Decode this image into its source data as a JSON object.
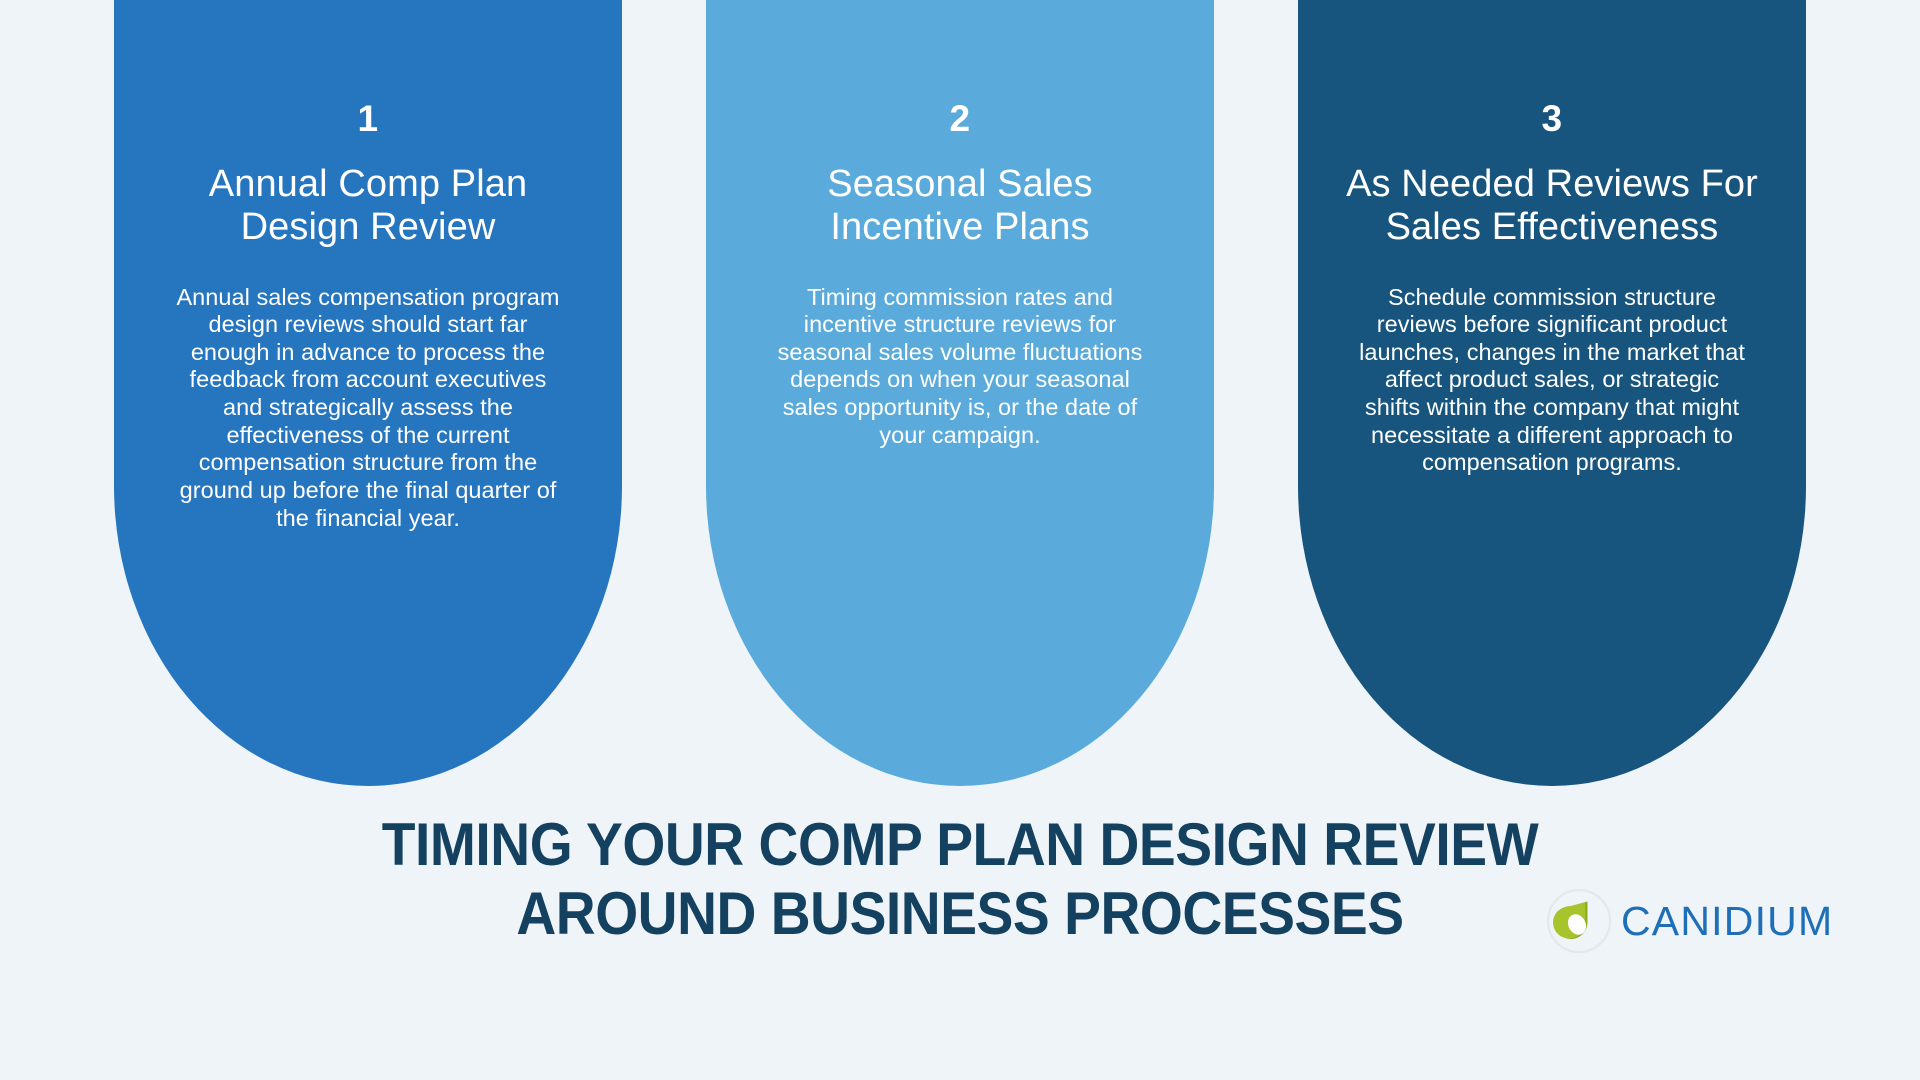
{
  "background_color": "#eff4f8",
  "cards": [
    {
      "number": "1",
      "title": "Annual Comp Plan Design Review",
      "body": "Annual sales compensation program design reviews should start far enough in advance to process the feedback from account executives and strategically assess the effectiveness of the current compensation structure from the ground up before the final quarter of the financial year.",
      "color": "#2675bf"
    },
    {
      "number": "2",
      "title": "Seasonal Sales Incentive Plans",
      "body": "Timing commission rates and incentive structure reviews for seasonal sales volume fluctuations depends on when your seasonal sales opportunity is, or the date of your campaign.",
      "color": "#5aabdb"
    },
    {
      "number": "3",
      "title": "As Needed Reviews For Sales Effectiveness",
      "body": "Schedule commission structure reviews before significant product launches, changes in the market that affect product sales, or strategic shifts within the company that might necessitate a different approach to compensation programs.",
      "color": "#17547e"
    }
  ],
  "headline": {
    "line1": "TIMING YOUR COMP PLAN DESIGN REVIEW",
    "line2": "AROUND BUSINESS PROCESSES",
    "color": "#13415f"
  },
  "logo": {
    "wordmark": "CANIDIUM",
    "mark_color": "#a8c42c",
    "mark_color_dark": "#8fae22",
    "ring_color": "#e3e8ec",
    "text_color": "#1e6fb8"
  }
}
